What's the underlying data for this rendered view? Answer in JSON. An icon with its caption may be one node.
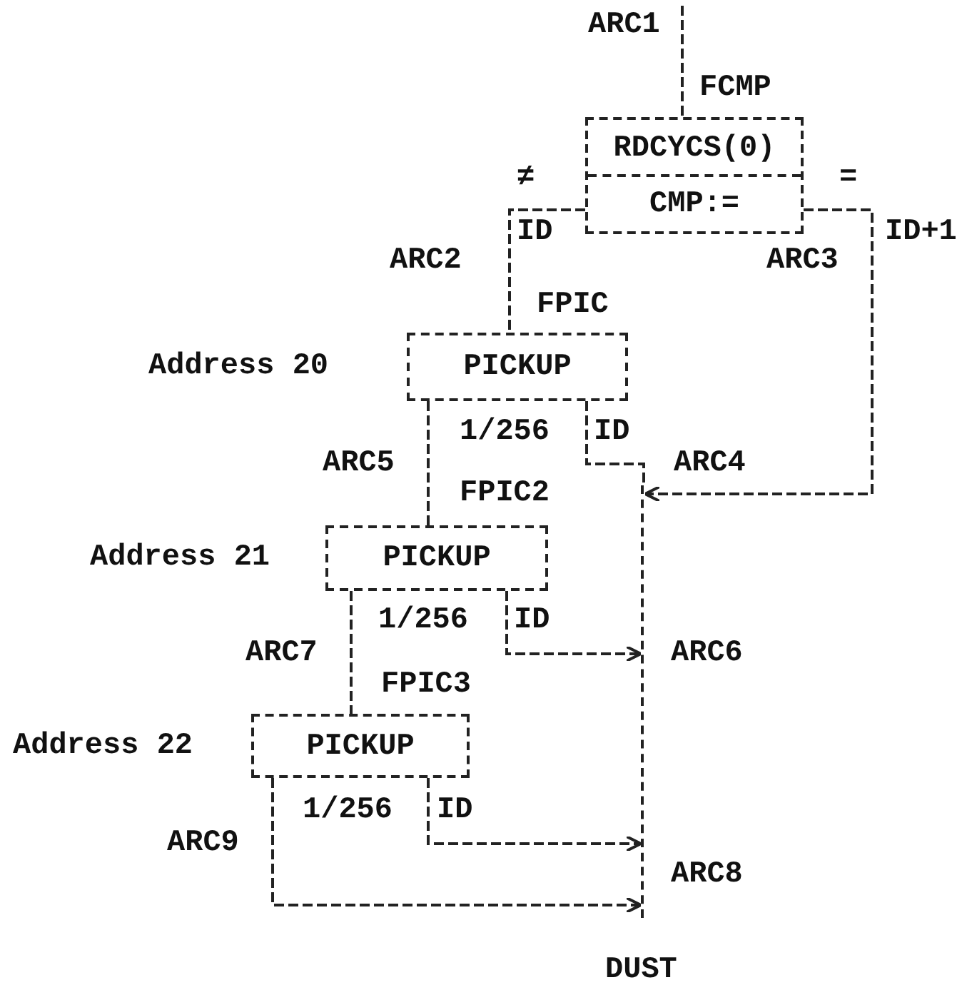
{
  "diagram": {
    "nodes": [
      {
        "text": [
          "RDCYCS(0)",
          "CMP:="
        ],
        "beside": [
          "FCMP"
        ]
      },
      {
        "text": [
          "PICKUP"
        ],
        "beside": [
          "FPIC",
          "Address 20"
        ]
      },
      {
        "text": [
          "PICKUP"
        ],
        "beside": [
          "FPIC2",
          "Address 21"
        ]
      },
      {
        "text": [
          "PICKUP"
        ],
        "beside": [
          "FPIC3",
          "Address 22"
        ]
      },
      {
        "text": [],
        "shape": "bar",
        "beside": [
          "DUST"
        ]
      }
    ],
    "edges": [
      {
        "from": null,
        "to": 0,
        "arrow": "none",
        "label": "ARC1"
      },
      {
        "from": 0,
        "to": 1,
        "arrow": "none",
        "label": "ARC2"
      },
      {
        "from": 0,
        "to": 4,
        "arrow": "to",
        "label": "ARC3"
      },
      {
        "from": 1,
        "to": 4,
        "arrow": "none",
        "label": "ARC4"
      },
      {
        "from": 1,
        "to": 2,
        "arrow": "none",
        "label": "ARC5"
      },
      {
        "from": 2,
        "to": 4,
        "arrow": "to",
        "label": "ARC6"
      },
      {
        "from": 2,
        "to": 3,
        "arrow": "none",
        "label": "ARC7"
      },
      {
        "from": 3,
        "to": 4,
        "arrow": "to",
        "label": "ARC8"
      },
      {
        "from": 3,
        "to": 4,
        "arrow": "to",
        "label": "ARC9"
      }
    ],
    "labels": [
      "≠",
      "=",
      "ID",
      "ID+1",
      "1/256",
      "ID",
      "1/256",
      "ID",
      "1/256",
      "ID"
    ]
  }
}
